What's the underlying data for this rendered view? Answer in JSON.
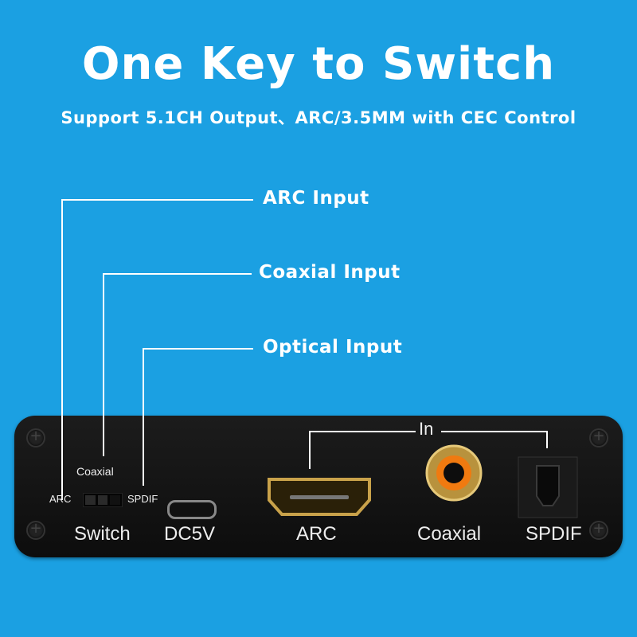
{
  "header": {
    "title": "One Key to Switch",
    "subtitle": "Support 5.1CH Output、ARC/3.5MM with CEC Control"
  },
  "callouts": {
    "arc_input": "ARC Input",
    "coaxial_input": "Coaxial Input",
    "optical_input": "Optical Input"
  },
  "device": {
    "switch_top": "Coaxial",
    "switch_left": "ARC",
    "switch_right": "SPDIF",
    "switch_label": "Switch",
    "dc_label": "DC5V",
    "in_label": "In",
    "arc_label": "ARC",
    "coaxial_label": "Coaxial",
    "spdif_label": "SPDIF"
  },
  "colors": {
    "background": "#1ba0e2",
    "rca_ring": "#f07a10",
    "gold": "#c9a24a"
  }
}
